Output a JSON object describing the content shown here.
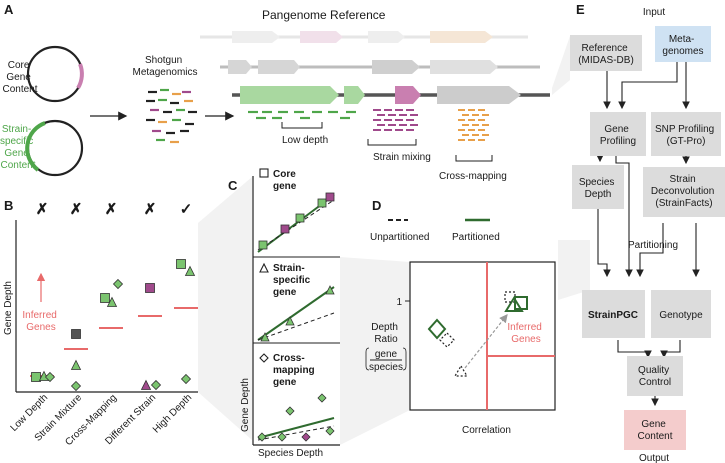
{
  "panels": {
    "a": "A",
    "b": "B",
    "c": "C",
    "d": "D",
    "e": "E"
  },
  "colors": {
    "core": "#c97fb0",
    "strain": "#4fa64a",
    "green_sq": "#7bc46f",
    "green_dark": "#2f6b2f",
    "magenta": "#a04a8c",
    "orange": "#e8a04a",
    "red": "#e86a6a",
    "gray": "#c8c8c8",
    "input_box": "#cfe2f3",
    "output_box": "#f4cccc",
    "box": "#dcdcdc",
    "check": "#6aa84f"
  },
  "panel_a": {
    "title": "Pangenome Reference",
    "core_label": [
      "Core",
      "Gene",
      "Content"
    ],
    "strain_label": [
      "Strain-",
      "specific",
      "Gene",
      "Content"
    ],
    "shotgun_label": [
      "Shotgun",
      "Metagenomics"
    ],
    "low_depth": "Low depth",
    "strain_mixing": "Strain mixing",
    "cross_mapping": "Cross-mapping"
  },
  "panel_b": {
    "ylabel": "Gene Depth",
    "inferred": [
      "Inferred",
      "Genes"
    ],
    "categories": [
      "Low Depth",
      "Strain Mixture",
      "Cross-Mapping",
      "Different Strain",
      "High Depth"
    ],
    "marks": [
      "✗",
      "✗",
      "✗",
      "✗",
      "✓"
    ]
  },
  "panel_c": {
    "core": [
      "Core",
      "gene"
    ],
    "strain": [
      "Strain-",
      "specific",
      "gene"
    ],
    "cross": [
      "Cross-",
      "mapping",
      "gene"
    ],
    "ylabel": "Gene Depth",
    "xlabel": "Species Depth"
  },
  "panel_d": {
    "legend_unpart": "Unpartitioned",
    "legend_part": "Partitioned",
    "ylabel": [
      "Depth",
      "Ratio"
    ],
    "ratio_num": "gene",
    "ratio_den": "species",
    "xlabel": "Correlation",
    "tick_1": "1",
    "inferred": [
      "Inferred",
      "Genes"
    ]
  },
  "panel_e": {
    "input": "Input",
    "output": "Output",
    "reference": [
      "Reference",
      "(MIDAS-DB)"
    ],
    "metagenomes": [
      "Meta-",
      "genomes"
    ],
    "gene_profiling": [
      "Gene",
      "Profiling"
    ],
    "snp_profiling": [
      "SNP Profiling",
      "(GT-Pro)"
    ],
    "species_depth": [
      "Species",
      "Depth"
    ],
    "strain_deconv": [
      "Strain",
      "Deconvolution",
      "(StrainFacts)"
    ],
    "partitioning": "Partitioning",
    "strainpgc": "StrainPGC",
    "genotype": "Genotype",
    "quality": [
      "Quality",
      "Control"
    ],
    "gene_content": [
      "Gene",
      "Content"
    ]
  }
}
